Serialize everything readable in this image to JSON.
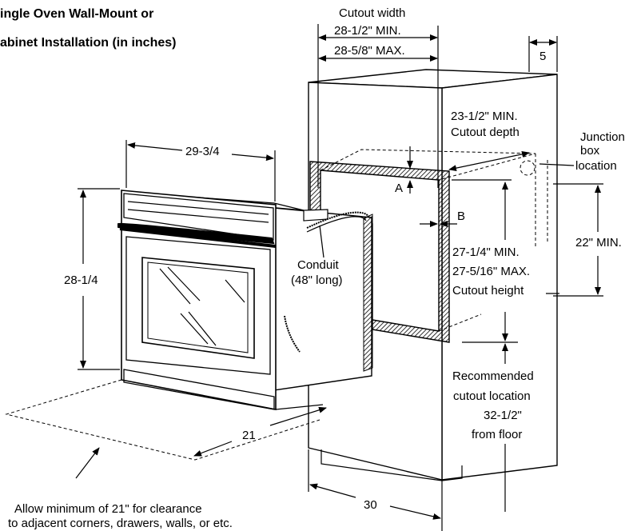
{
  "title": {
    "line1": "ingle Oven Wall-Mount or",
    "line2": "abinet Installation (in inches)"
  },
  "labels": {
    "cutout_width_title": "Cutout width",
    "cutout_width_min": "28-1/2\" MIN.",
    "cutout_width_max": "28-5/8\" MAX.",
    "side_offset": "5",
    "depth_min": "23-1/2\" MIN.",
    "depth_title": "Cutout depth",
    "junction_1": "Junction",
    "junction_2": "box",
    "junction_3": "location",
    "oven_width": "29-3/4",
    "oven_height": "28-1/4",
    "oven_depth": "21",
    "label_a": "A",
    "label_b": "B",
    "conduit_1": "Conduit",
    "conduit_2": "(48\" long)",
    "height_min": "27-1/4\" MIN.",
    "height_max": "27-5/16\" MAX.",
    "height_title": "Cutout height",
    "junction_min": "22\" MIN.",
    "rec_1": "Recommended",
    "rec_2": "cutout location",
    "rec_3": "32-1/2\"",
    "rec_4": "from floor",
    "cabinet_width": "30",
    "clearance_1": "Allow minimum of 21\" for clearance",
    "clearance_2": "to adjacent corners, drawers, walls, or etc."
  }
}
